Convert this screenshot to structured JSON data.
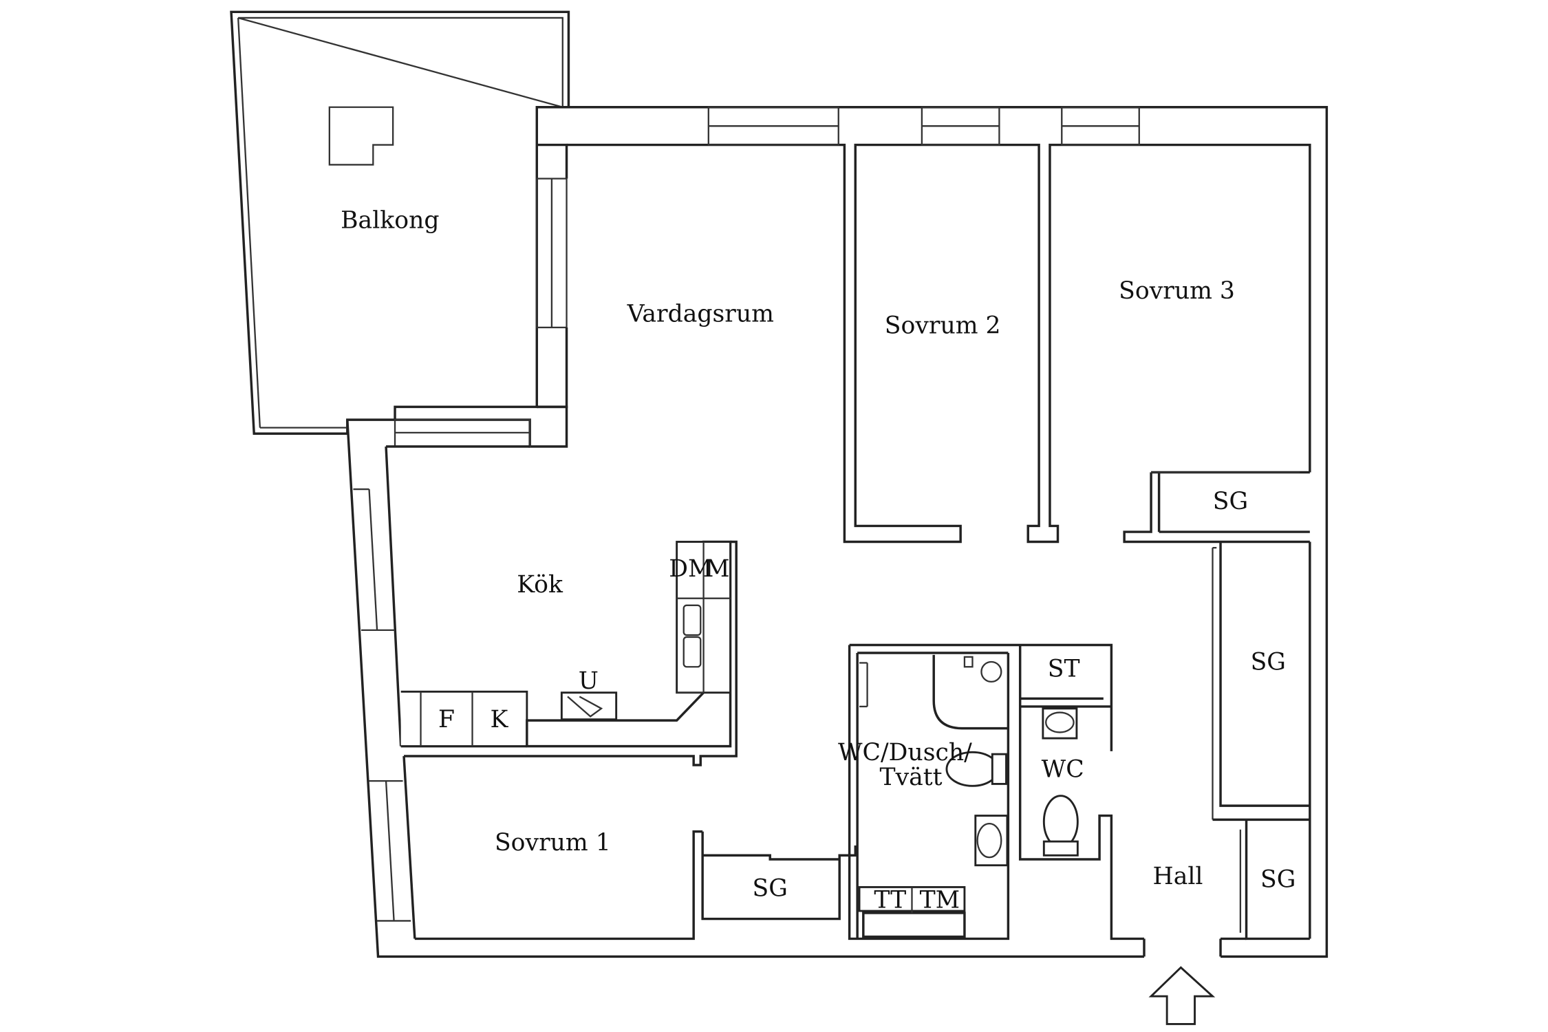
{
  "rooms": {
    "balkong": "Balkong",
    "vardagsrum": "Vardagsrum",
    "sovrum2": "Sovrum 2",
    "sovrum3": "Sovrum 3",
    "kok": "Kök",
    "sovrum1": "Sovrum 1",
    "wc_dusch_line1": "WC/Dusch/",
    "wc_dusch_line2": "Tvätt",
    "wc": "WC",
    "hall": "Hall"
  },
  "fixtures": {
    "sg": "SG",
    "st": "ST",
    "dm": "DM",
    "m": "M",
    "u": "U",
    "f": "F",
    "k": "K",
    "tt": "TT",
    "tm": "TM"
  },
  "icons": {
    "entrance": "entrance-arrow-icon",
    "toilet": "toilet-icon",
    "sink": "sink-icon",
    "shower": "shower-icon",
    "stove": "stove-icon",
    "kitchen_sink": "kitchen-sink-icon"
  }
}
